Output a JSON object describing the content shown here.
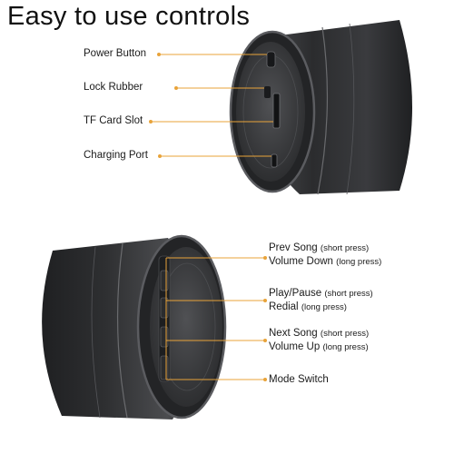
{
  "title": "Easy to use controls",
  "top_labels": {
    "power_button": "Power Button",
    "lock_rubber": "Lock Rubber",
    "tf_card_slot": "TF Card Slot",
    "charging_port": "Charging Port"
  },
  "bottom_labels": {
    "prev_song": "Prev Song",
    "prev_song_note": "(short press)",
    "volume_down": "Volume Down",
    "volume_down_note": "(long press)",
    "play_pause": "Play/Pause",
    "play_pause_note": "(short press)",
    "redial": "Redial",
    "redial_note": "(long press)",
    "next_song": "Next Song",
    "next_song_note": "(short press)",
    "volume_up": "Volume Up",
    "volume_up_note": "(long press)",
    "mode_switch": "Mode Switch"
  },
  "colors": {
    "speaker_body": "#2b2c2e",
    "speaker_cap": "#3c3d40",
    "leader_line": "#e8a33a"
  }
}
